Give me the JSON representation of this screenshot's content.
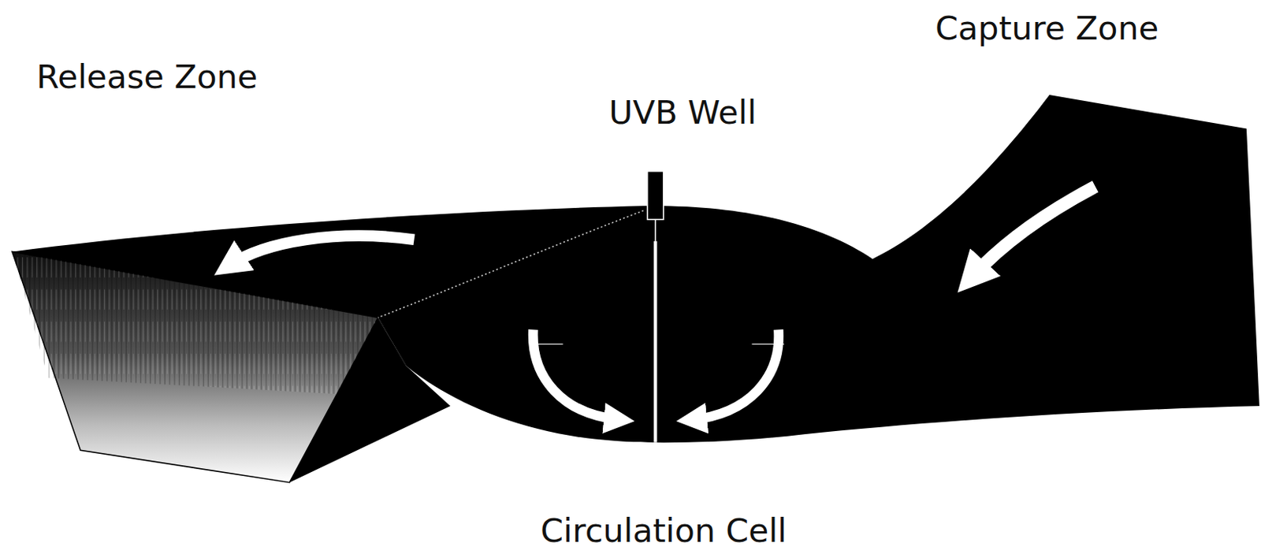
{
  "diagram": {
    "labels": [
      "Release Zone",
      "UVB Well",
      "Capture Zone",
      "Circulation Cell"
    ]
  }
}
